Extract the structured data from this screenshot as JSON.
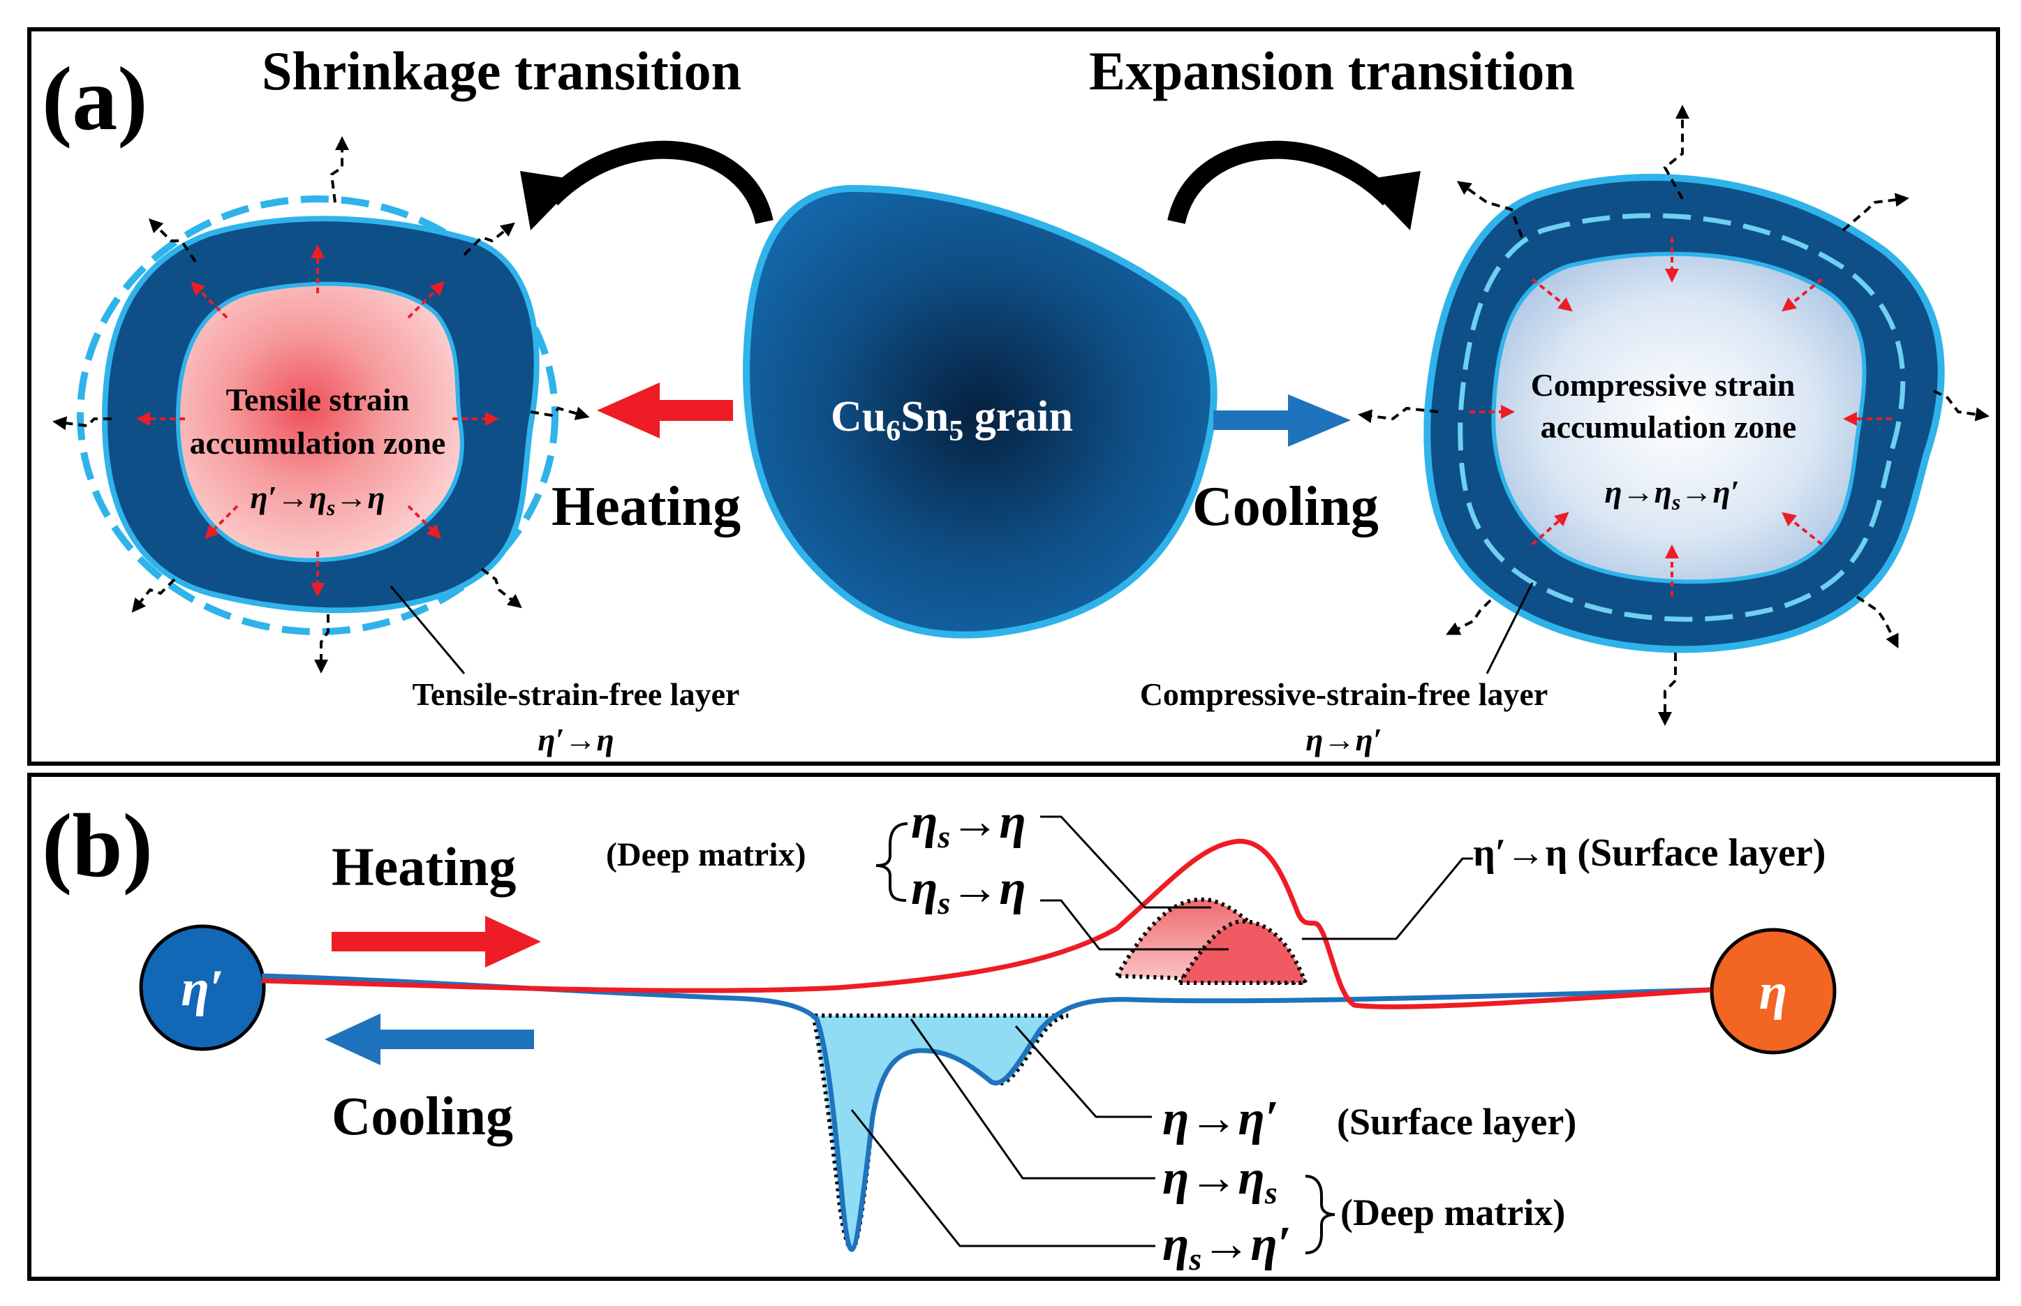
{
  "panel_a": {
    "label": "(a)",
    "left_title": "Shrinkage transition",
    "right_title": "Expansion transition",
    "center_grain": {
      "text": "Cu",
      "sub1": "6",
      "mid": "Sn",
      "sub2": "5",
      "tail": " grain"
    },
    "heating_label": "Heating",
    "cooling_label": "Cooling",
    "left_zone": {
      "line1": "Tensile strain",
      "line2": "accumulation zone",
      "transform": "η′→η_s→η"
    },
    "right_zone": {
      "line1": "Compressive strain",
      "line2": "accumulation zone",
      "transform": "η→η_s→η′"
    },
    "left_layer": {
      "name": "Tensile-strain-free layer",
      "transform": "η′→η"
    },
    "right_layer": {
      "name": "Compressive-strain-free layer",
      "transform": "η→η′"
    }
  },
  "panel_b": {
    "label": "(b)",
    "heating_label": "Heating",
    "cooling_label": "Cooling",
    "left_phase": "η′",
    "right_phase": "η",
    "heating_annotations": {
      "deep_matrix": "(Deep matrix)",
      "peak1": "η",
      "peak1_sub": "s",
      "peak1_tail": "→η",
      "peak2": "η",
      "peak2_sub": "s",
      "peak2_tail": "→η",
      "surface": "η′→η (Surface layer)"
    },
    "cooling_annotations": {
      "surface_transform": "η→η′",
      "surface_label": "(Surface layer)",
      "deep1_head": "η→η",
      "deep1_sub": "s",
      "deep2_head": "η",
      "deep2_sub": "s",
      "deep2_tail": "→η′",
      "deep_matrix": "(Deep matrix)"
    }
  },
  "colors": {
    "grain_dark": "#0a3a66",
    "grain_mid": "#12609e",
    "grain_edge": "#2fb3ea",
    "heating_red": "#ee1c25",
    "cooling_blue": "#1f73bd",
    "tensile_zone": "#f6a7a8",
    "compressive_zone": "#dbe8f5",
    "cooling_fill": "#8fdcf4",
    "eta_prime_circle": "#1267b7",
    "eta_circle": "#f26522"
  }
}
